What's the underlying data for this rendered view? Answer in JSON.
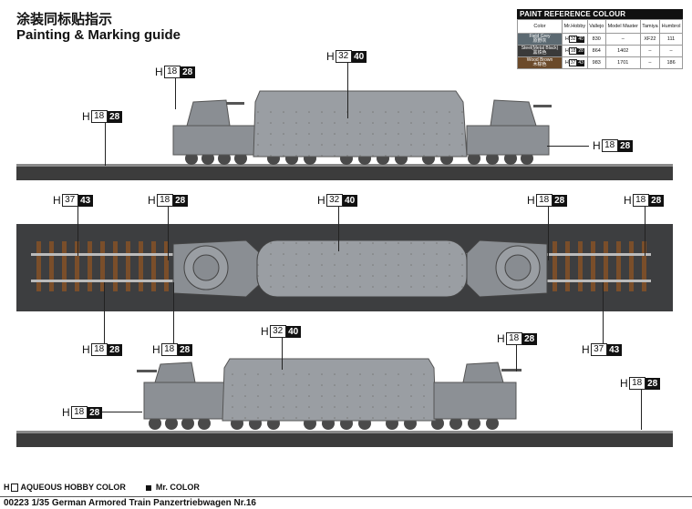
{
  "title_cn": "涂装同标贴指示",
  "title_en": "Painting  &  Marking guide",
  "paint_table": {
    "header": "PAINT  REFERENCE COLOUR",
    "columns": [
      "Color",
      "Mr.Hobby",
      "Vallejo",
      "Model Master",
      "Tamiya",
      "Humbrol"
    ],
    "rows": [
      {
        "color": "Field Grey",
        "color_cn": "原野灰",
        "swatch": "#5c6a72",
        "h": "32",
        "m": "40",
        "vallejo": "830",
        "model_master": "–",
        "tamiya": "XF22",
        "humbrol": "111"
      },
      {
        "color": "Steel(Metal Black)",
        "color_cn": "黑铁色",
        "swatch": "#3a3a3a",
        "h": "18",
        "m": "28",
        "vallejo": "864",
        "model_master": "1402",
        "tamiya": "–",
        "humbrol": "–"
      },
      {
        "color": "Wood Brown",
        "color_cn": "木棕色",
        "swatch": "#6b4a2a",
        "h": "37",
        "m": "43",
        "vallejo": "983",
        "model_master": "1701",
        "tamiya": "–",
        "humbrol": "186"
      }
    ]
  },
  "labels": {
    "h_prefix": "H",
    "top_left_turret": {
      "n": "18",
      "m": "28"
    },
    "top_body": {
      "n": "32",
      "m": "40"
    },
    "top_left_base": {
      "n": "18",
      "m": "28"
    },
    "top_right_wheel": {
      "n": "18",
      "m": "28"
    },
    "mid_left_rail": {
      "n": "37",
      "m": "43"
    },
    "mid_left_wheel": {
      "n": "18",
      "m": "28"
    },
    "mid_body": {
      "n": "32",
      "m": "40"
    },
    "mid_right_wheel": {
      "n": "18",
      "m": "28"
    },
    "mid_right_top": {
      "n": "18",
      "m": "28"
    },
    "mid_bl": {
      "n": "18",
      "m": "28"
    },
    "mid_bl2": {
      "n": "18",
      "m": "28"
    },
    "bot_body": {
      "n": "32",
      "m": "40"
    },
    "bot_right_turret": {
      "n": "18",
      "m": "28"
    },
    "bot_right_rail": {
      "n": "37",
      "m": "43"
    },
    "bot_left": {
      "n": "18",
      "m": "28"
    },
    "bot_far_right": {
      "n": "18",
      "m": "28"
    }
  },
  "legend": {
    "aqueous": "AQUEOUS HOBBY COLOR",
    "mr": "Mr. COLOR"
  },
  "footer": "00223  1/35 German Armored Train Panzertriebwagen Nr.16"
}
